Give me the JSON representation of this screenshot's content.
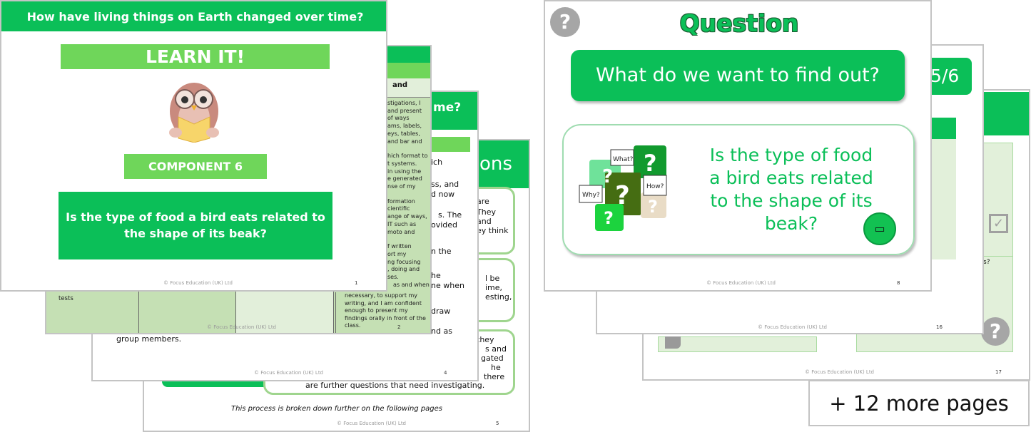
{
  "footer_text": "© Focus Education (UK) Ltd",
  "slide1": {
    "title": "How have living things on Earth changed over time?",
    "learn": "LEARN IT!",
    "component": "COMPONENT 6",
    "question": "Is the type of food a bird eats related to the shape of its beak?",
    "page": "1"
  },
  "slide2": {
    "header_frag": "and",
    "col_frags": [
      "stigations, I",
      "and present",
      "of ways",
      "ams, labels,",
      "eys, tables,",
      "and bar and",
      "",
      "hich format to",
      "t systems.",
      "in using the",
      "e generated",
      "nse of my",
      "",
      "formation",
      "cientific",
      "ange of ways,",
      "IT such as",
      "moto and",
      "",
      "f written",
      "ort my",
      "ng focusing",
      ", doing and",
      "ses.",
      "as and when"
    ],
    "last_cell": [
      "necessary, to support my",
      "writing, and I am confident",
      "enough to present my",
      "findings orally in front of the",
      "class."
    ],
    "tests": "tests",
    "page": "2"
  },
  "slide4": {
    "header_frag": "me?",
    "frags": [
      "ich",
      "ss, and",
      "d now",
      "s. The",
      "ovided",
      "n the",
      "he",
      "ne when",
      "draw",
      "nd as"
    ],
    "group": "group members.",
    "page": "4"
  },
  "slide5": {
    "header_frag": "ons",
    "box1": [
      "are",
      "They",
      "and",
      "ey think"
    ],
    "box2": [
      "l be",
      "ime,",
      "esting,"
    ],
    "box3": [
      "they",
      "s and",
      "gated",
      "he",
      "there"
    ],
    "box3_last": "are further questions that need investigating.",
    "italic": "This process is broken down further on the following pages",
    "page": "5"
  },
  "slide8": {
    "title": "Question",
    "subtitle": "What do we want to find out?",
    "question_lines": [
      "Is the type of food",
      "a bird eats related",
      "to the shape of its",
      "beak?"
    ],
    "bubbles": [
      "What?",
      "Why?",
      "How?"
    ],
    "page": "8"
  },
  "slide16": {
    "badge": "5/6",
    "page": "16"
  },
  "slide17": {
    "frag": "s?",
    "page": "17"
  },
  "more": "+ 12 more pages",
  "colors": {
    "green": "#0bbf58",
    "light_green": "#6fd65a",
    "pale_green": "#e2f0da",
    "table_green": "#c5e0b4"
  }
}
